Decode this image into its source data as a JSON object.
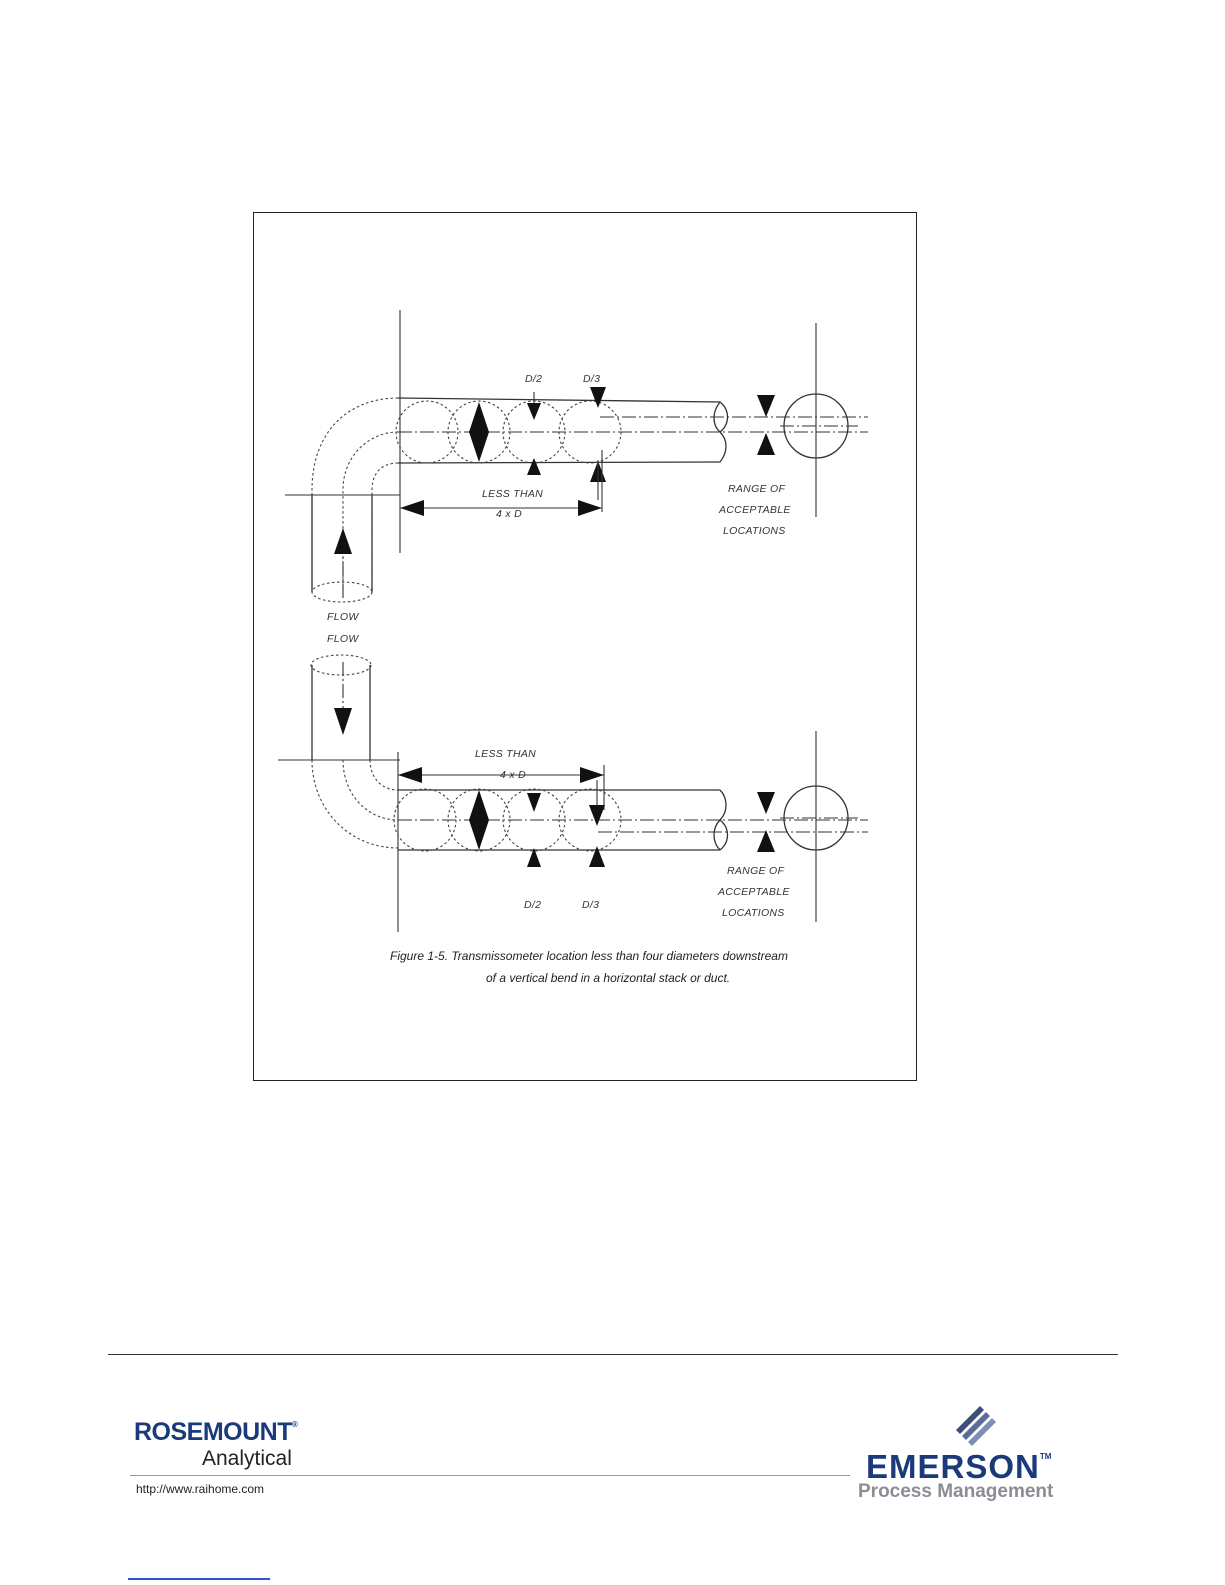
{
  "figure": {
    "top": {
      "label_d2": "D/2",
      "label_d3": "D/3",
      "less_than": "LESS THAN",
      "four_d": "4 x D",
      "range": [
        "RANGE OF",
        "ACCEPTABLE",
        "LOCATIONS"
      ],
      "flow": "FLOW"
    },
    "bottom": {
      "flow": "FLOW",
      "less_than": "LESS THAN",
      "four_d": "4 x D",
      "label_d2": "D/2",
      "label_d3": "D/3",
      "range": [
        "RANGE OF",
        "ACCEPTABLE",
        "LOCATIONS"
      ]
    },
    "caption_line1": "Figure 1-5.   Transmissometer location less than four diameters downstream",
    "caption_line2": "of a vertical bend in a horizontal stack or duct."
  },
  "footer": {
    "rosemount": "ROSEMOUNT",
    "rosemount_reg": "®",
    "analytical": "Analytical",
    "url": "http://www.raihome.com",
    "emerson": "EMERSON",
    "emerson_tm": "TM",
    "process_management": "Process Management"
  },
  "colors": {
    "brand_blue": "#1a3a7a",
    "brand_gray": "#8a8d94"
  }
}
